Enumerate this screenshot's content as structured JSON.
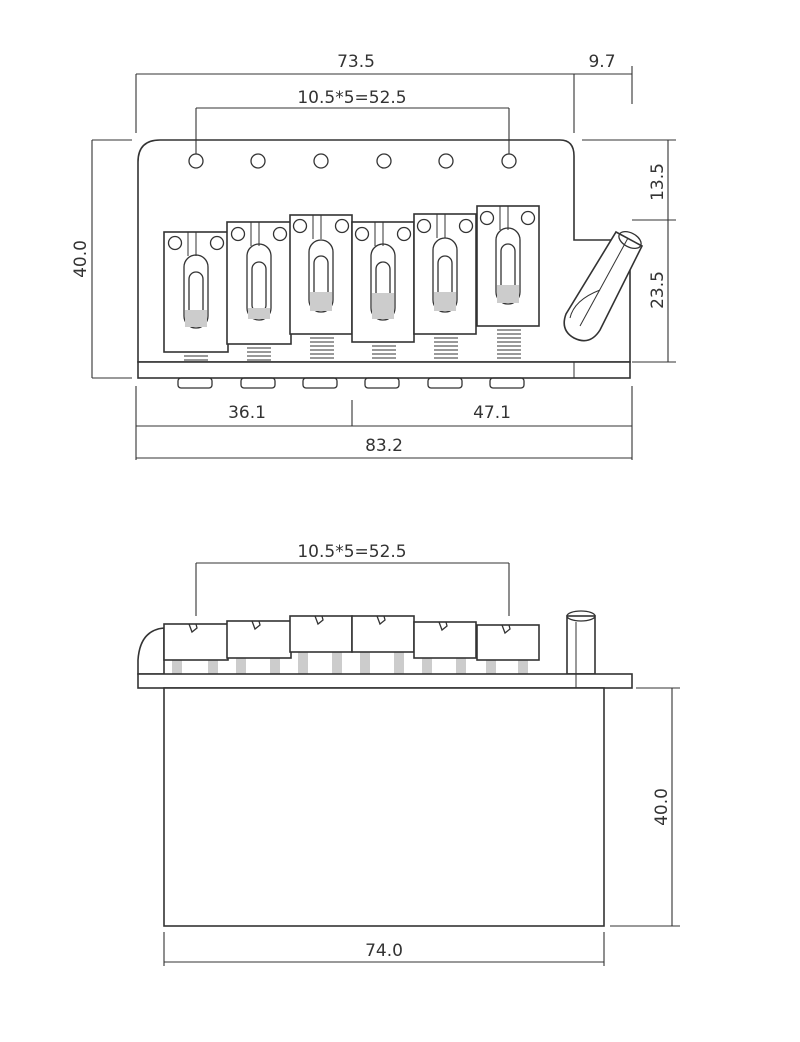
{
  "top_view": {
    "dim_total_width": "73.5",
    "dim_arm_offset": "9.7",
    "dim_string_spacing": "10.5*5=52.5",
    "dim_height": "40.0",
    "dim_top_offset": "13.5",
    "dim_arm_height": "23.5",
    "dim_left_part": "36.1",
    "dim_right_part": "47.1",
    "dim_overall": "83.2"
  },
  "side_view": {
    "dim_string_spacing": "10.5*5=52.5",
    "dim_block_height": "40.0",
    "dim_block_width": "74.0"
  }
}
